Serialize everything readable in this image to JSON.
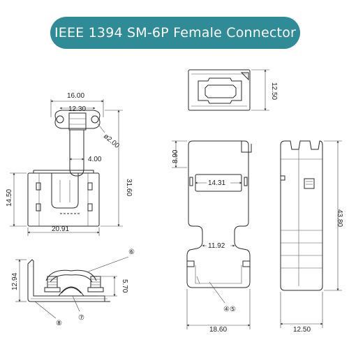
{
  "title": "IEEE 1394 SM-6P Female Connector",
  "dimensions": {
    "top_width": "16.00",
    "hole_spacing": "12.30",
    "hole_diameter": "ø2.00",
    "cable_width": "4.00",
    "overall_height": "31.60",
    "body_height": "14.50",
    "body_width": "20.91",
    "clip_height": "12.94",
    "clip_inner": "5.70",
    "top_view_height": "12.50",
    "inner_width": "14.31",
    "neck_width": "11.92",
    "base_width": "18.60",
    "tab_height": "8.90",
    "side_height": "43.80",
    "side_width": "12.50"
  },
  "callouts": {
    "c6": "⑥",
    "c7": "⑦",
    "c8": "⑧",
    "c45": "④⑤"
  },
  "colors": {
    "title_bg": "#2f8b96",
    "line": "#2a2a2a"
  }
}
